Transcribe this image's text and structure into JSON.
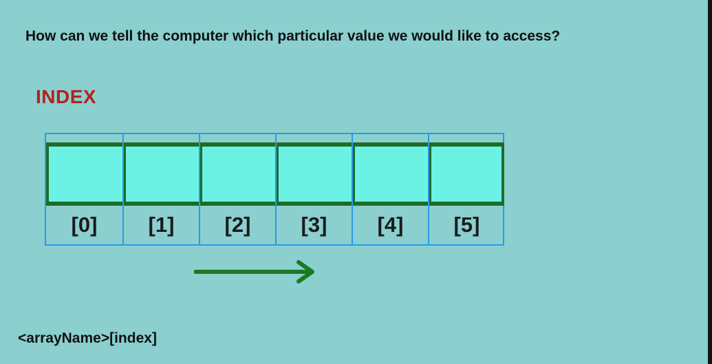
{
  "question": "How can we tell the computer which particular value we would like to access?",
  "index_title": "INDEX",
  "array": {
    "cells": [
      {
        "label": "[0]"
      },
      {
        "label": "[1]"
      },
      {
        "label": "[2]"
      },
      {
        "label": "[3]"
      },
      {
        "label": "[4]"
      },
      {
        "label": "[5]"
      }
    ]
  },
  "syntax": "<arrayName>[index]",
  "colors": {
    "background": "#8bcfcf",
    "index_title": "#b0241a",
    "cell_fill": "#6cf2e4",
    "cell_border": "#1f6b27",
    "frame": "#2a9ae6",
    "arrow": "#1a7a1f"
  }
}
